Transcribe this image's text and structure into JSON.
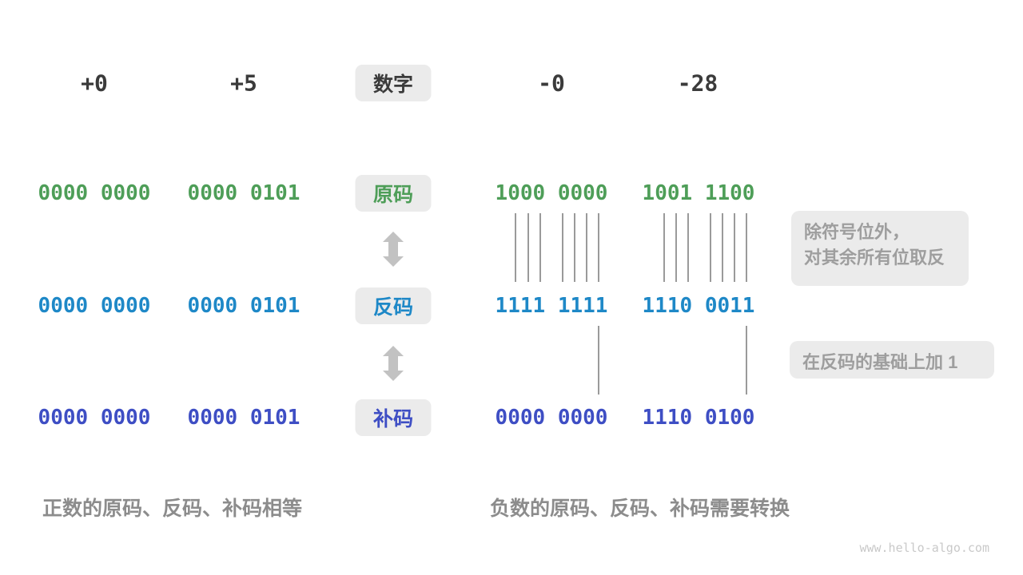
{
  "title_row": {
    "numbers": [
      "+0",
      "+5",
      "-0",
      "-28"
    ],
    "label": "数字"
  },
  "rows": [
    {
      "label": "原码",
      "color": "#4e9e58",
      "values": [
        "0000 0000",
        "0000 0101",
        "1000 0000",
        "1001 1100"
      ]
    },
    {
      "label": "反码",
      "color": "#1e88c7",
      "values": [
        "0000 0000",
        "0000 0101",
        "1111 1111",
        "1110 0011"
      ]
    },
    {
      "label": "补码",
      "color": "#3e4ec4",
      "values": [
        "0000 0000",
        "0000 0101",
        "0000 0000",
        "1110 0100"
      ]
    }
  ],
  "annotations": [
    {
      "lines": [
        "除符号位外，",
        "对其余所有位取反"
      ]
    },
    {
      "lines": [
        "在反码的基础上加 1"
      ]
    }
  ],
  "captions": {
    "positive": "正数的原码、反码、补码相等",
    "negative": "负数的原码、反码、补码需要转换"
  },
  "watermark": "www.hello-algo.com",
  "colors": {
    "sign_magnitude_green": "#4e9e58",
    "ones_complement_blue": "#1e88c7",
    "twos_complement_indigo": "#3e4ec4",
    "box_background": "#ebebeb",
    "header_text": "#3b3b3b",
    "annotation_text": "#9e9e9e",
    "caption_text": "#8c8c8c",
    "arrow_gray": "#c2c2c2",
    "tick_line_gray": "#9a9a9a",
    "watermark_gray": "#c9c9c9"
  }
}
